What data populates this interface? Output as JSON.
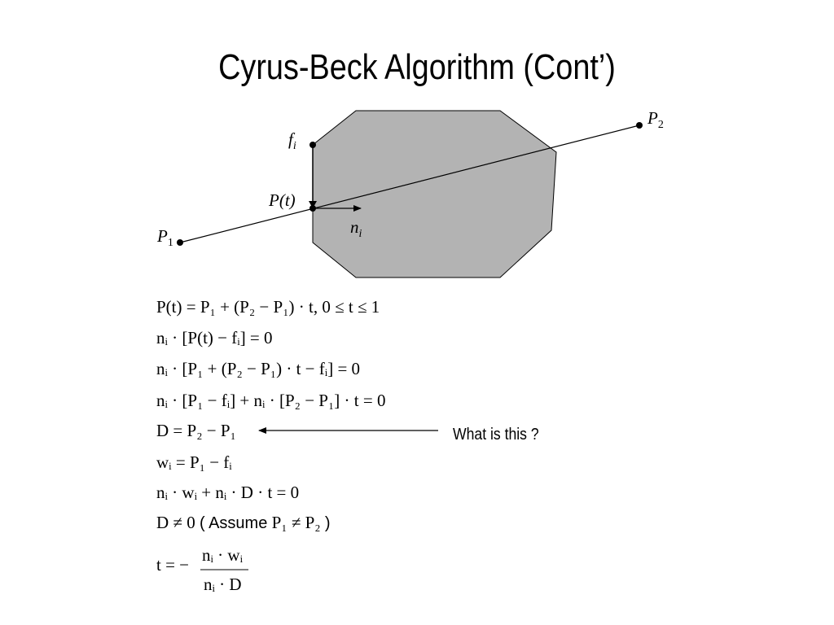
{
  "slide": {
    "title": "Cyrus-Beck Algorithm (Cont’)"
  },
  "diagram": {
    "label_f": "f",
    "label_f_sub": "i",
    "label_Pt": "P(t)",
    "label_n": "n",
    "label_n_sub": "i",
    "label_P1": "P",
    "label_P1_sub": "1",
    "label_P2": "P",
    "label_P2_sub": "2",
    "polygon_fill": "#b3b3b3",
    "stroke_color": "#000000"
  },
  "equations": {
    "eq1": "P(t) = P₁ + (P₂ − P₁) · t,    0 ≤ t ≤ 1",
    "eq2": "nᵢ · [P(t) − fᵢ] = 0",
    "eq3": "nᵢ · [P₁ + (P₂ − P₁) · t − fᵢ] = 0",
    "eq4": "nᵢ · [P₁ − fᵢ] + nᵢ · [P₂ − P₁] · t = 0",
    "eq5": "D = P₂ − P₁",
    "eq6": "wᵢ = P₁ − fᵢ",
    "eq7": "nᵢ · wᵢ + nᵢ · D · t = 0",
    "eq8_lhs": "D ≠ 0",
    "eq8_assume": "( Assume",
    "eq8_rhs": "P₁ ≠ P₂",
    "eq8_close": ")",
    "eq9_prefix": "t = −",
    "eq9_num": "nᵢ · wᵢ",
    "eq9_den": "nᵢ · D"
  },
  "annotation": {
    "what_is_this": "What is this ?"
  }
}
